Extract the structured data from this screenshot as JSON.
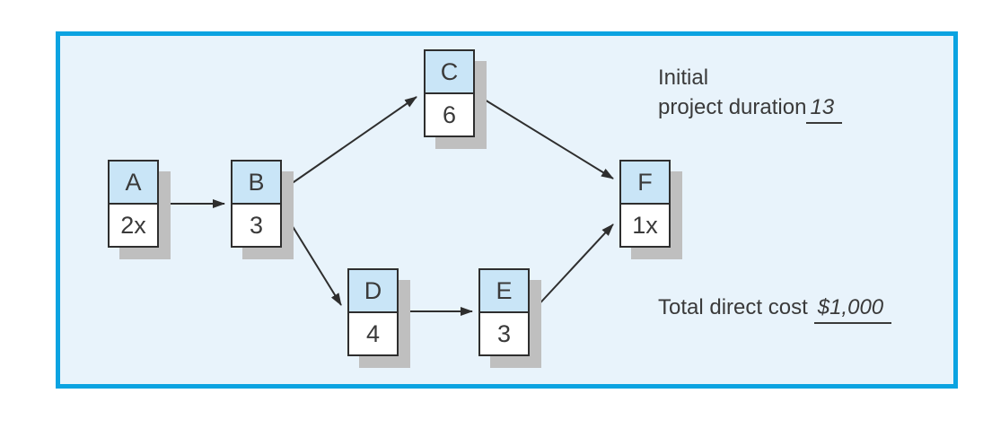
{
  "figure": {
    "type": "activity-network-diagram",
    "description": "Project network with activity nodes and durations"
  },
  "colors": {
    "panel_border": "#0ba3e1",
    "panel_fill": "#e8f3fb",
    "node_header": "#c9e5f7",
    "node_body": "#ffffff",
    "box_border": "#2e2e2e",
    "shadow": "#bfbfbf",
    "ink": "#3a3a3a"
  },
  "nodes": [
    {
      "id": "A",
      "label": "A",
      "value": "2x"
    },
    {
      "id": "B",
      "label": "B",
      "value": "3"
    },
    {
      "id": "C",
      "label": "C",
      "value": "6"
    },
    {
      "id": "D",
      "label": "D",
      "value": "4"
    },
    {
      "id": "E",
      "label": "E",
      "value": "3"
    },
    {
      "id": "F",
      "label": "F",
      "value": "1x"
    }
  ],
  "edges": [
    {
      "from": "A",
      "to": "B"
    },
    {
      "from": "B",
      "to": "C"
    },
    {
      "from": "B",
      "to": "D"
    },
    {
      "from": "C",
      "to": "F"
    },
    {
      "from": "D",
      "to": "E"
    },
    {
      "from": "E",
      "to": "F"
    }
  ],
  "annotations": {
    "duration_line1": "Initial",
    "duration_line2": "project duration",
    "duration_value": "13",
    "cost_label": "Total direct cost",
    "cost_value": "$1,000"
  }
}
